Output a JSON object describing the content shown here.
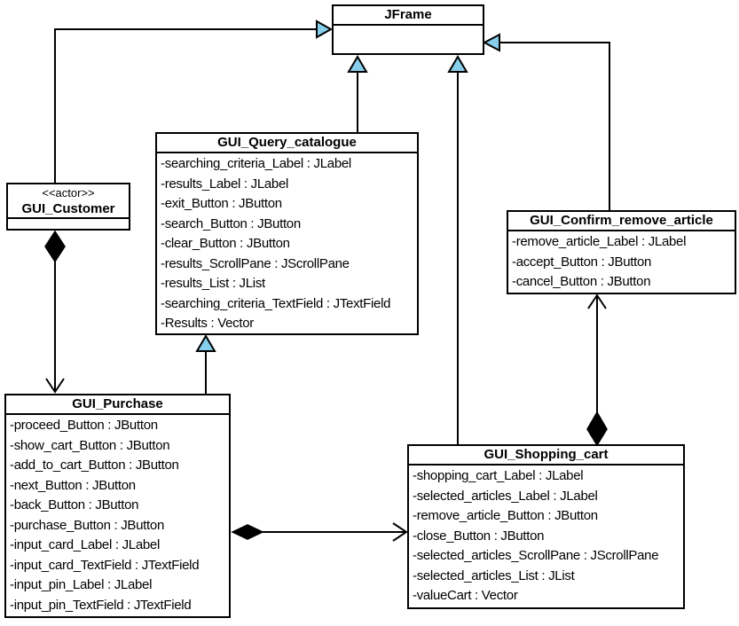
{
  "diagram": {
    "kind": "uml-class-diagram"
  },
  "colors": {
    "background": "#FFFFFF",
    "box_fill": "#FFFFFF",
    "box_border": "#000000",
    "line": "#000000",
    "inheritance_triangle_fill": "#87CEEB",
    "composition_diamond_fill": "#000000"
  },
  "classes": {
    "jframe": {
      "name": "JFrame",
      "attributes": []
    },
    "query_catalogue": {
      "name": "GUI_Query_catalogue",
      "attributes": [
        "-searching_criteria_Label : JLabel",
        "-results_Label : JLabel",
        "-exit_Button : JButton",
        "-search_Button : JButton",
        "-clear_Button : JButton",
        "-results_ScrollPane : JScrollPane",
        "-results_List : JList",
        "-searching_criteria_TextField : JTextField",
        "-Results : Vector"
      ]
    },
    "customer": {
      "stereotype": "<<actor>>",
      "name": "GUI_Customer",
      "attributes": []
    },
    "confirm_remove_article": {
      "name": "GUI_Confirm_remove_article",
      "attributes": [
        "-remove_article_Label : JLabel",
        "-accept_Button : JButton",
        "-cancel_Button : JButton"
      ]
    },
    "purchase": {
      "name": "GUI_Purchase",
      "attributes": [
        "-proceed_Button : JButton",
        "-show_cart_Button : JButton",
        "-add_to_cart_Button : JButton",
        "-next_Button : JButton",
        "-back_Button : JButton",
        "-purchase_Button : JButton",
        "-input_card_Label : JLabel",
        "-input_card_TextField : JTextField",
        "-input_pin_Label : JLabel",
        "-input_pin_TextField : JTextField"
      ]
    },
    "shopping_cart": {
      "name": "GUI_Shopping_cart",
      "attributes": [
        "-shopping_cart_Label : JLabel",
        "-selected_articles_Label : JLabel",
        "-remove_article_Button : JButton",
        "-close_Button : JButton",
        "-selected_articles_ScrollPane : JScrollPane",
        "-selected_articles_List : JList",
        "-valueCart : Vector"
      ]
    }
  },
  "relationships": [
    {
      "type": "generalization",
      "from": "GUI_Customer",
      "to": "JFrame"
    },
    {
      "type": "generalization",
      "from": "GUI_Query_catalogue",
      "to": "JFrame"
    },
    {
      "type": "generalization",
      "from": "GUI_Shopping_cart",
      "to": "JFrame"
    },
    {
      "type": "generalization",
      "from": "GUI_Confirm_remove_article",
      "to": "JFrame"
    },
    {
      "type": "generalization",
      "from": "GUI_Purchase",
      "to": "GUI_Query_catalogue"
    },
    {
      "type": "composition",
      "from": "GUI_Customer",
      "to": "GUI_Purchase"
    },
    {
      "type": "composition",
      "from": "GUI_Purchase",
      "to": "GUI_Shopping_cart"
    },
    {
      "type": "composition",
      "from": "GUI_Shopping_cart",
      "to": "GUI_Confirm_remove_article"
    }
  ]
}
